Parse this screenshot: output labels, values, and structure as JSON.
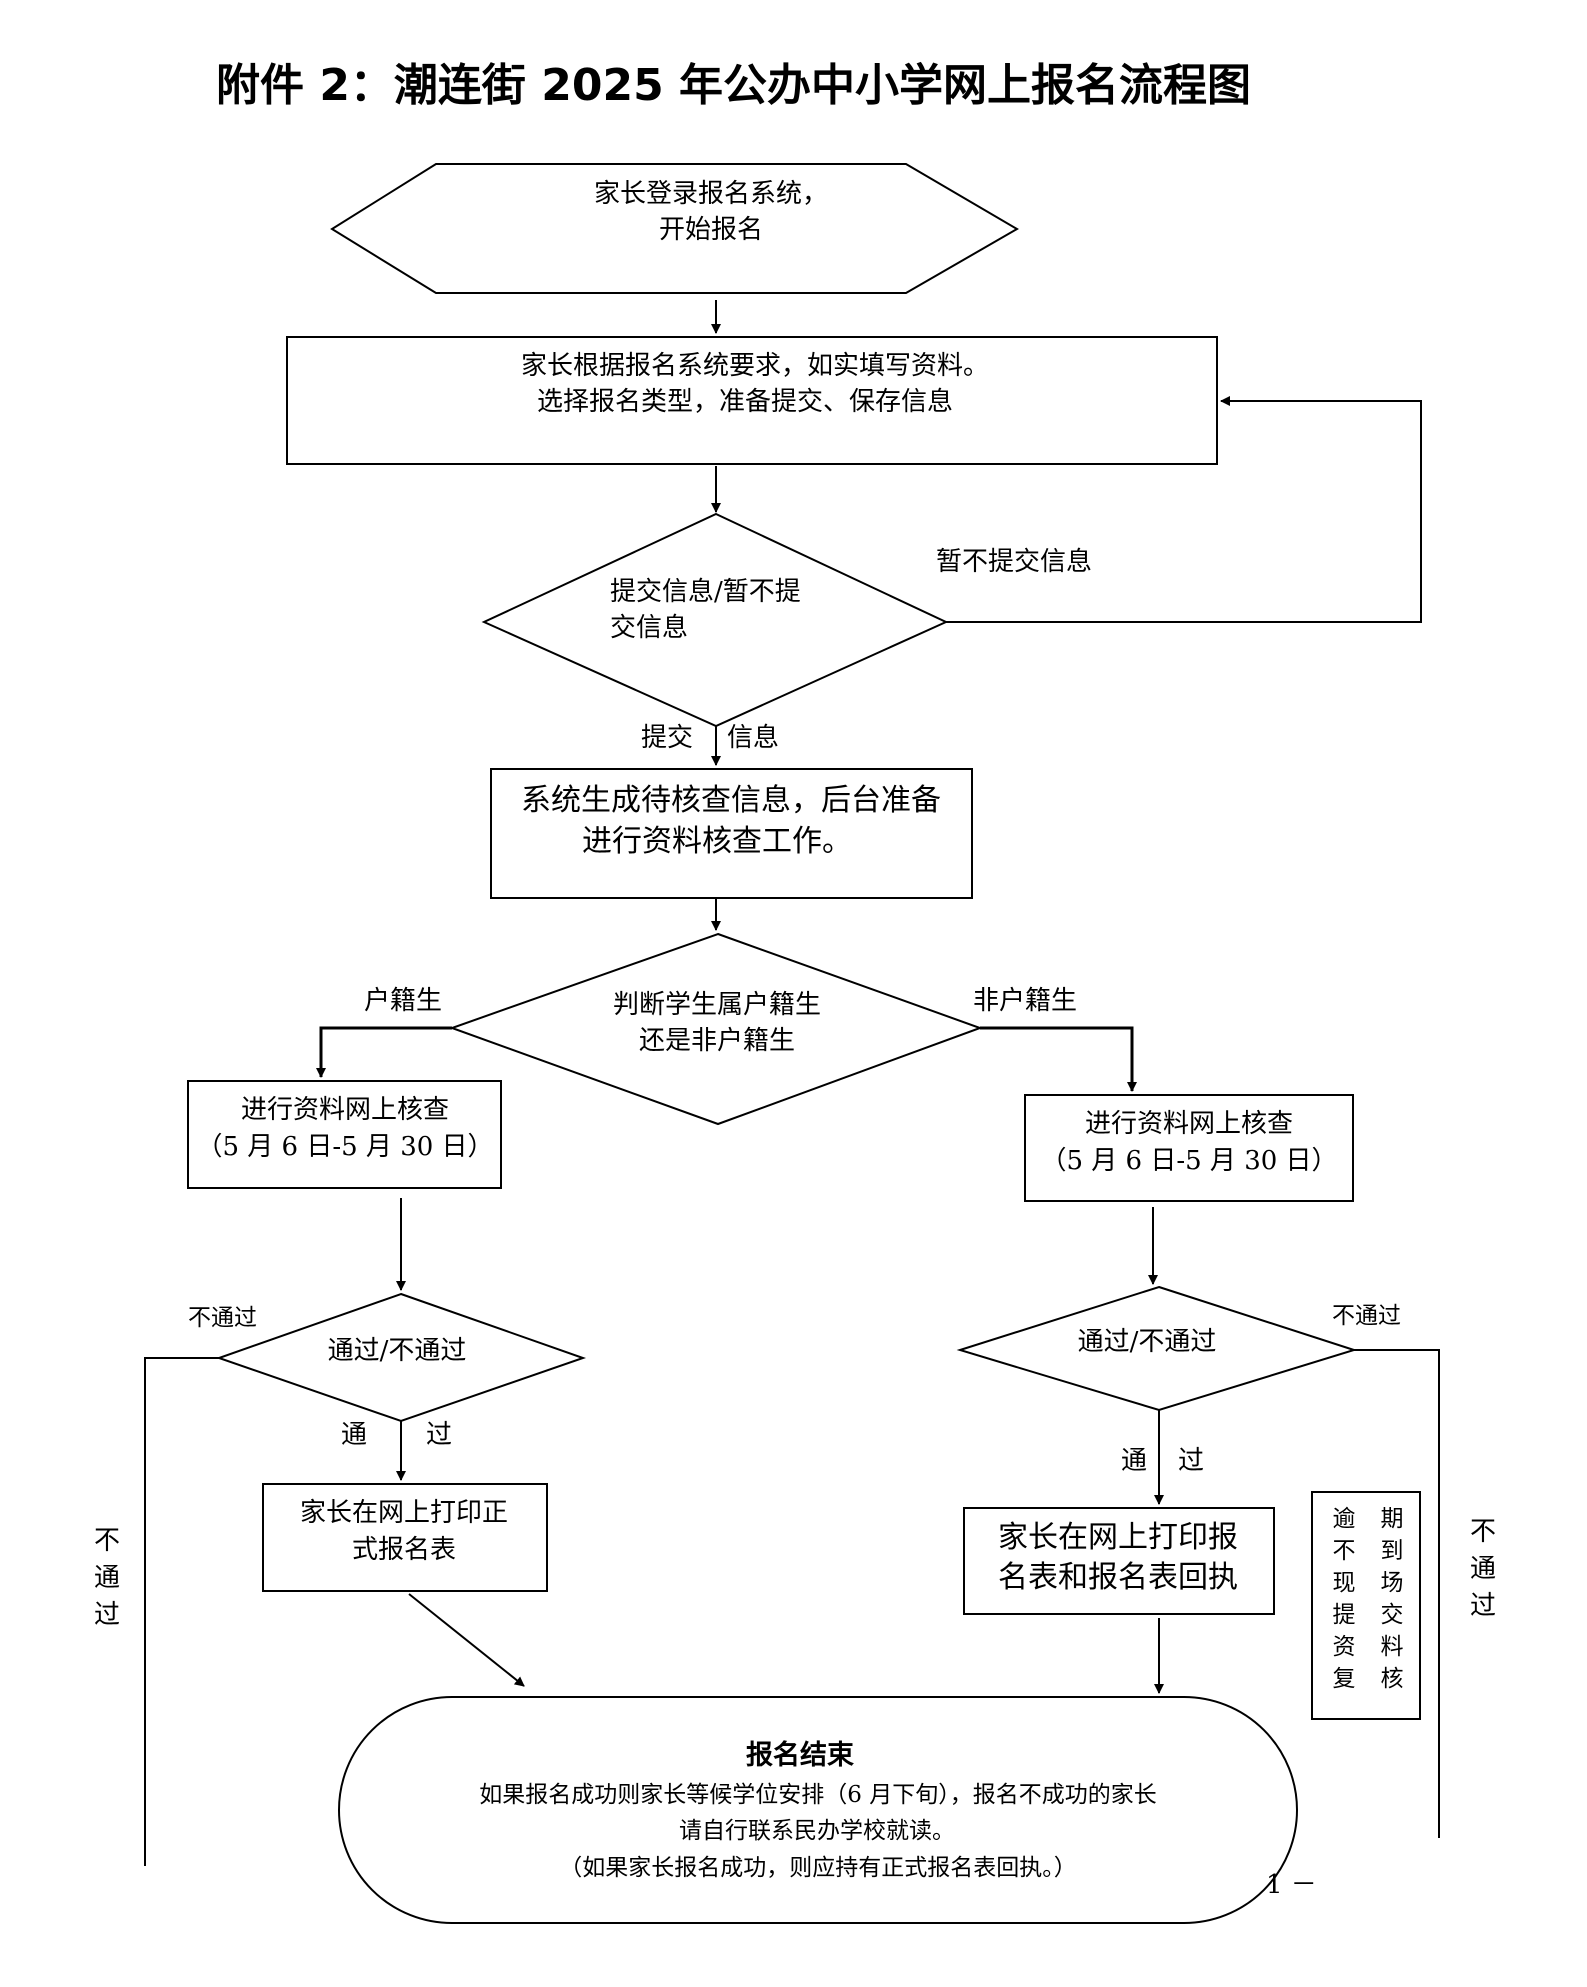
{
  "title": "附件 2：潮连街 2025 年公办中小学网上报名流程图",
  "nodes": {
    "start": [
      "家长登录报名系统，",
      "开始报名"
    ],
    "fill": [
      "家长根据报名系统要求，如实填写资料。",
      "选择报名类型，准备提交、保存信息"
    ],
    "submit_decision": [
      "提交信息/暂不提",
      "交信息"
    ],
    "generate": [
      "系统生成待核查信息，后台准备",
      "进行资料核查工作。"
    ],
    "type_decision": [
      "判断学生属户籍生",
      "还是非户籍生"
    ],
    "check_left": [
      "进行资料网上核查",
      "（5 月 6 日-5 月 30 日）"
    ],
    "check_right": [
      "进行资料网上核查",
      "（5 月 6 日-5 月 30 日）"
    ],
    "pass_left": "通过/不通过",
    "pass_right": "通过/不通过",
    "print_left": [
      "家长在网上打印正",
      "式报名表"
    ],
    "print_right": [
      "家长在网上打印报",
      "名表和报名表回执"
    ],
    "overdue": [
      "逾",
      "期",
      "不",
      "到",
      "现",
      "场",
      "提",
      "交",
      "资",
      "料",
      "复",
      "核"
    ],
    "end_title": "报名结束",
    "end_body": [
      "如果报名成功则家长等候学位安排（6 月下旬），报名不成功的家长",
      "请自行联系民办学校就读。",
      "（如果家长报名成功，则应持有正式报名表回执。）"
    ]
  },
  "labels": {
    "not_submit": "暂不提交信息",
    "submit_a": "提交",
    "submit_b": "信息",
    "huji": "户籍生",
    "feihuji": "非户籍生",
    "fail_left_small": "不通过",
    "fail_right_small": "不通过",
    "pass_left_a": "通",
    "pass_left_b": "过",
    "pass_right_a": "通",
    "pass_right_b": "过",
    "fail_left_vert": [
      "不",
      "通",
      "过"
    ],
    "fail_right_vert": [
      "不",
      "通",
      "过"
    ]
  },
  "page_number": "1 －"
}
